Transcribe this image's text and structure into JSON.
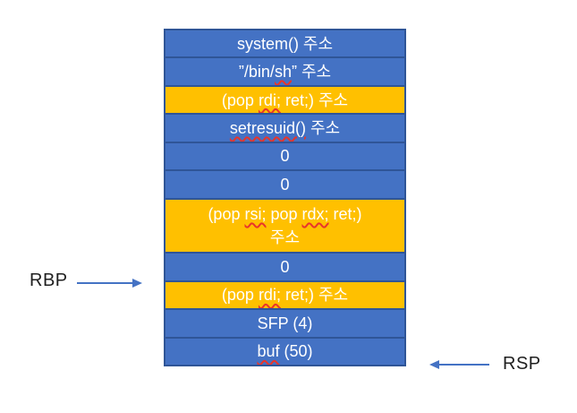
{
  "colors": {
    "background": "#FFFFFF",
    "cell_blue": "#4472C4",
    "cell_orange": "#FFC000",
    "cell_border": "#2F5597",
    "cell_text": "#FFFFFF",
    "arrow_blue": "#4472C4",
    "squiggle_red": "#E8352B",
    "register_label_text": "#1F1F1F"
  },
  "stack": {
    "rows": [
      {
        "color": "blue",
        "segments": [
          {
            "t": "system() 주소"
          }
        ]
      },
      {
        "color": "blue",
        "segments": [
          {
            "t": "”/bin/"
          },
          {
            "t": "sh",
            "sq": true
          },
          {
            "t": "” 주소"
          }
        ]
      },
      {
        "color": "orange",
        "segments": [
          {
            "t": "(pop "
          },
          {
            "t": "rdi;",
            "sq": true
          },
          {
            "t": " ret;) 주소"
          }
        ]
      },
      {
        "color": "blue",
        "segments": [
          {
            "t": "setresuid()",
            "sq": true
          },
          {
            "t": " 주소"
          }
        ]
      },
      {
        "color": "blue",
        "segments": [
          {
            "t": "0"
          }
        ]
      },
      {
        "color": "blue",
        "segments": [
          {
            "t": "0"
          }
        ]
      },
      {
        "color": "orange",
        "tall": true,
        "segments": [
          {
            "t": "(pop "
          },
          {
            "t": "rsi;",
            "sq": true
          },
          {
            "t": " pop "
          },
          {
            "t": "rdx;",
            "sq": true
          },
          {
            "t": " ret;)\n주소"
          }
        ]
      },
      {
        "color": "blue",
        "segments": [
          {
            "t": "0"
          }
        ]
      },
      {
        "color": "orange",
        "segments": [
          {
            "t": "(pop "
          },
          {
            "t": "rdi;",
            "sq": true
          },
          {
            "t": " ret;) 주소"
          }
        ]
      },
      {
        "color": "blue",
        "segments": [
          {
            "t": "SFP (4)"
          }
        ]
      },
      {
        "color": "blue",
        "segments": [
          {
            "t": "buf",
            "sq": true
          },
          {
            "t": " (50)"
          }
        ]
      }
    ]
  },
  "registers": {
    "rbp": {
      "label": "RBP"
    },
    "rsp": {
      "label": "RSP"
    }
  }
}
